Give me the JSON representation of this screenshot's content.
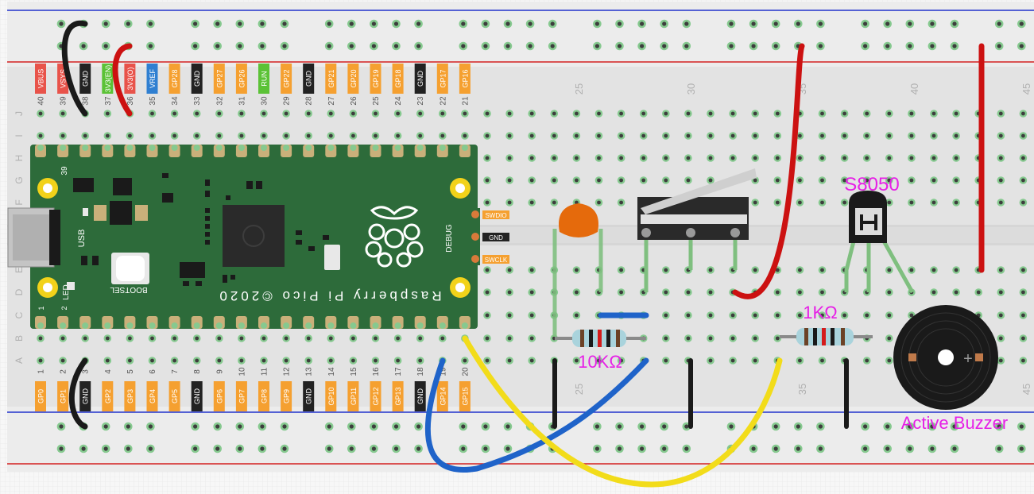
{
  "pico": {
    "board_name": "Raspberry Pi Pico ©2020",
    "usb_label": "USB",
    "debug_label": "DEBUG",
    "led_label": "LED",
    "bootsel_label": "BOOTSEL",
    "pin39": "39",
    "pin1": "1",
    "pin2": "2",
    "debug_pins": [
      "SWDIO",
      "GND",
      "SWCLK"
    ],
    "top_pins": [
      {
        "num": "40",
        "label": "VBUS",
        "color": "#e8534a"
      },
      {
        "num": "39",
        "label": "VSYS",
        "color": "#e8534a"
      },
      {
        "num": "38",
        "label": "GND",
        "color": "#222222"
      },
      {
        "num": "37",
        "label": "3V3(EN)",
        "color": "#5bc236"
      },
      {
        "num": "36",
        "label": "3V3(O)",
        "color": "#e8534a"
      },
      {
        "num": "35",
        "label": "VREF",
        "color": "#2f7fd1"
      },
      {
        "num": "34",
        "label": "GP28",
        "color": "#f5a030"
      },
      {
        "num": "33",
        "label": "GND",
        "color": "#222222"
      },
      {
        "num": "32",
        "label": "GP27",
        "color": "#f5a030"
      },
      {
        "num": "31",
        "label": "GP26",
        "color": "#f5a030"
      },
      {
        "num": "30",
        "label": "RUN",
        "color": "#5bc236"
      },
      {
        "num": "29",
        "label": "GP22",
        "color": "#f5a030"
      },
      {
        "num": "28",
        "label": "GND",
        "color": "#222222"
      },
      {
        "num": "27",
        "label": "GP21",
        "color": "#f5a030"
      },
      {
        "num": "26",
        "label": "GP20",
        "color": "#f5a030"
      },
      {
        "num": "25",
        "label": "GP19",
        "color": "#f5a030"
      },
      {
        "num": "24",
        "label": "GP18",
        "color": "#f5a030"
      },
      {
        "num": "23",
        "label": "GND",
        "color": "#222222"
      },
      {
        "num": "22",
        "label": "GP17",
        "color": "#f5a030"
      },
      {
        "num": "21",
        "label": "GP16",
        "color": "#f5a030"
      }
    ],
    "bottom_pins": [
      {
        "num": "1",
        "label": "GP0",
        "color": "#f5a030"
      },
      {
        "num": "2",
        "label": "GP1",
        "color": "#f5a030"
      },
      {
        "num": "3",
        "label": "GND",
        "color": "#222222"
      },
      {
        "num": "4",
        "label": "GP2",
        "color": "#f5a030"
      },
      {
        "num": "5",
        "label": "GP3",
        "color": "#f5a030"
      },
      {
        "num": "6",
        "label": "GP4",
        "color": "#f5a030"
      },
      {
        "num": "7",
        "label": "GP5",
        "color": "#f5a030"
      },
      {
        "num": "8",
        "label": "GND",
        "color": "#222222"
      },
      {
        "num": "9",
        "label": "GP6",
        "color": "#f5a030"
      },
      {
        "num": "10",
        "label": "GP7",
        "color": "#f5a030"
      },
      {
        "num": "11",
        "label": "GP8",
        "color": "#f5a030"
      },
      {
        "num": "12",
        "label": "GP9",
        "color": "#f5a030"
      },
      {
        "num": "13",
        "label": "GND",
        "color": "#222222"
      },
      {
        "num": "14",
        "label": "GP10",
        "color": "#f5a030"
      },
      {
        "num": "15",
        "label": "GP11",
        "color": "#f5a030"
      },
      {
        "num": "16",
        "label": "GP12",
        "color": "#f5a030"
      },
      {
        "num": "17",
        "label": "GP13",
        "color": "#f5a030"
      },
      {
        "num": "18",
        "label": "GND",
        "color": "#222222"
      },
      {
        "num": "19",
        "label": "GP14",
        "color": "#f5a030"
      },
      {
        "num": "20",
        "label": "GP15",
        "color": "#f5a030"
      }
    ]
  },
  "breadboard": {
    "row_letters_top": [
      "J",
      "I",
      "H",
      "G",
      "F"
    ],
    "row_letters_bottom": [
      "E",
      "D",
      "C",
      "B",
      "A"
    ],
    "column_numbers_top": [
      "25",
      "30",
      "35",
      "40",
      "45"
    ],
    "column_numbers_bottom": [
      "25",
      "35",
      "45"
    ]
  },
  "components": {
    "transistor_label": "S8050",
    "resistor_1k_label": "1KΩ",
    "resistor_10k_label": "10KΩ",
    "buzzer_label": "Active Buzzer"
  },
  "colors": {
    "board_green": "#2d6b3a",
    "wire_red": "#cc1111",
    "wire_black": "#1a1a1a",
    "wire_blue": "#1f63c9",
    "wire_yellow": "#f2dc1a",
    "label_magenta": "#e620e6",
    "rail_red": "#d42020",
    "rail_blue": "#2233cc",
    "hole_green": "#86c98f"
  }
}
